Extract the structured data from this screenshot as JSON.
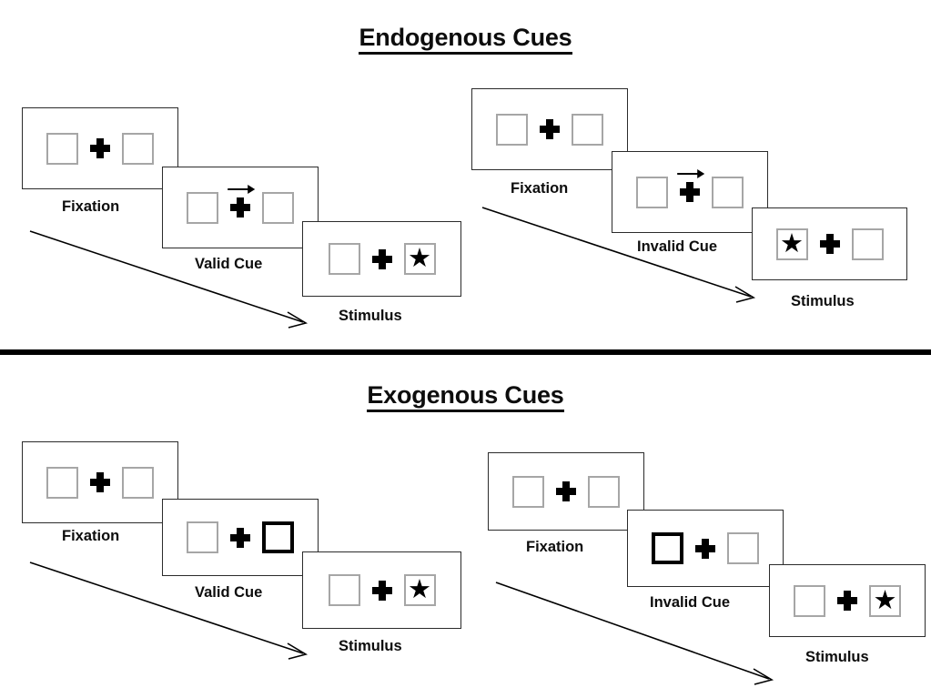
{
  "diagram": {
    "title_top": "Endogenous Cues",
    "title_bottom": "Exogenous Cues",
    "accent_color": "#000000",
    "box_border_color": "#a6a6a6",
    "cued_box_border_color": "#000000",
    "panel_border_color": "#2b2b2b"
  },
  "sections": [
    {
      "id": "endogenous",
      "title": "Endogenous Cues",
      "sequences": [
        {
          "id": "endogenous-valid",
          "frames": [
            {
              "caption": "Fixation",
              "cue": "none",
              "left_box": "empty",
              "right_box": "empty"
            },
            {
              "caption": "Valid Cue",
              "cue": "arrow-right",
              "left_box": "empty",
              "right_box": "empty"
            },
            {
              "caption": "Stimulus",
              "cue": "none",
              "left_box": "empty",
              "right_box": "star"
            }
          ]
        },
        {
          "id": "endogenous-invalid",
          "frames": [
            {
              "caption": "Fixation",
              "cue": "none",
              "left_box": "empty",
              "right_box": "empty"
            },
            {
              "caption": "Invalid Cue",
              "cue": "arrow-right",
              "left_box": "empty",
              "right_box": "empty"
            },
            {
              "caption": "Stimulus",
              "cue": "none",
              "left_box": "star",
              "right_box": "empty"
            }
          ]
        }
      ]
    },
    {
      "id": "exogenous",
      "title": "Exogenous Cues",
      "sequences": [
        {
          "id": "exogenous-valid",
          "frames": [
            {
              "caption": "Fixation",
              "cue": "none",
              "left_box": "empty",
              "right_box": "empty"
            },
            {
              "caption": "Valid Cue",
              "cue": "peripheral-right",
              "left_box": "empty",
              "right_box": "cued"
            },
            {
              "caption": "Stimulus",
              "cue": "none",
              "left_box": "empty",
              "right_box": "star"
            }
          ]
        },
        {
          "id": "exogenous-invalid",
          "frames": [
            {
              "caption": "Fixation",
              "cue": "none",
              "left_box": "empty",
              "right_box": "empty"
            },
            {
              "caption": "Invalid Cue",
              "cue": "peripheral-left",
              "left_box": "cued",
              "right_box": "empty"
            },
            {
              "caption": "Stimulus",
              "cue": "none",
              "left_box": "empty",
              "right_box": "star"
            }
          ]
        }
      ]
    }
  ],
  "glyphs": {
    "star": "★",
    "fixation_cross": "plus-sign",
    "arrow_cue": "right-arrow"
  }
}
